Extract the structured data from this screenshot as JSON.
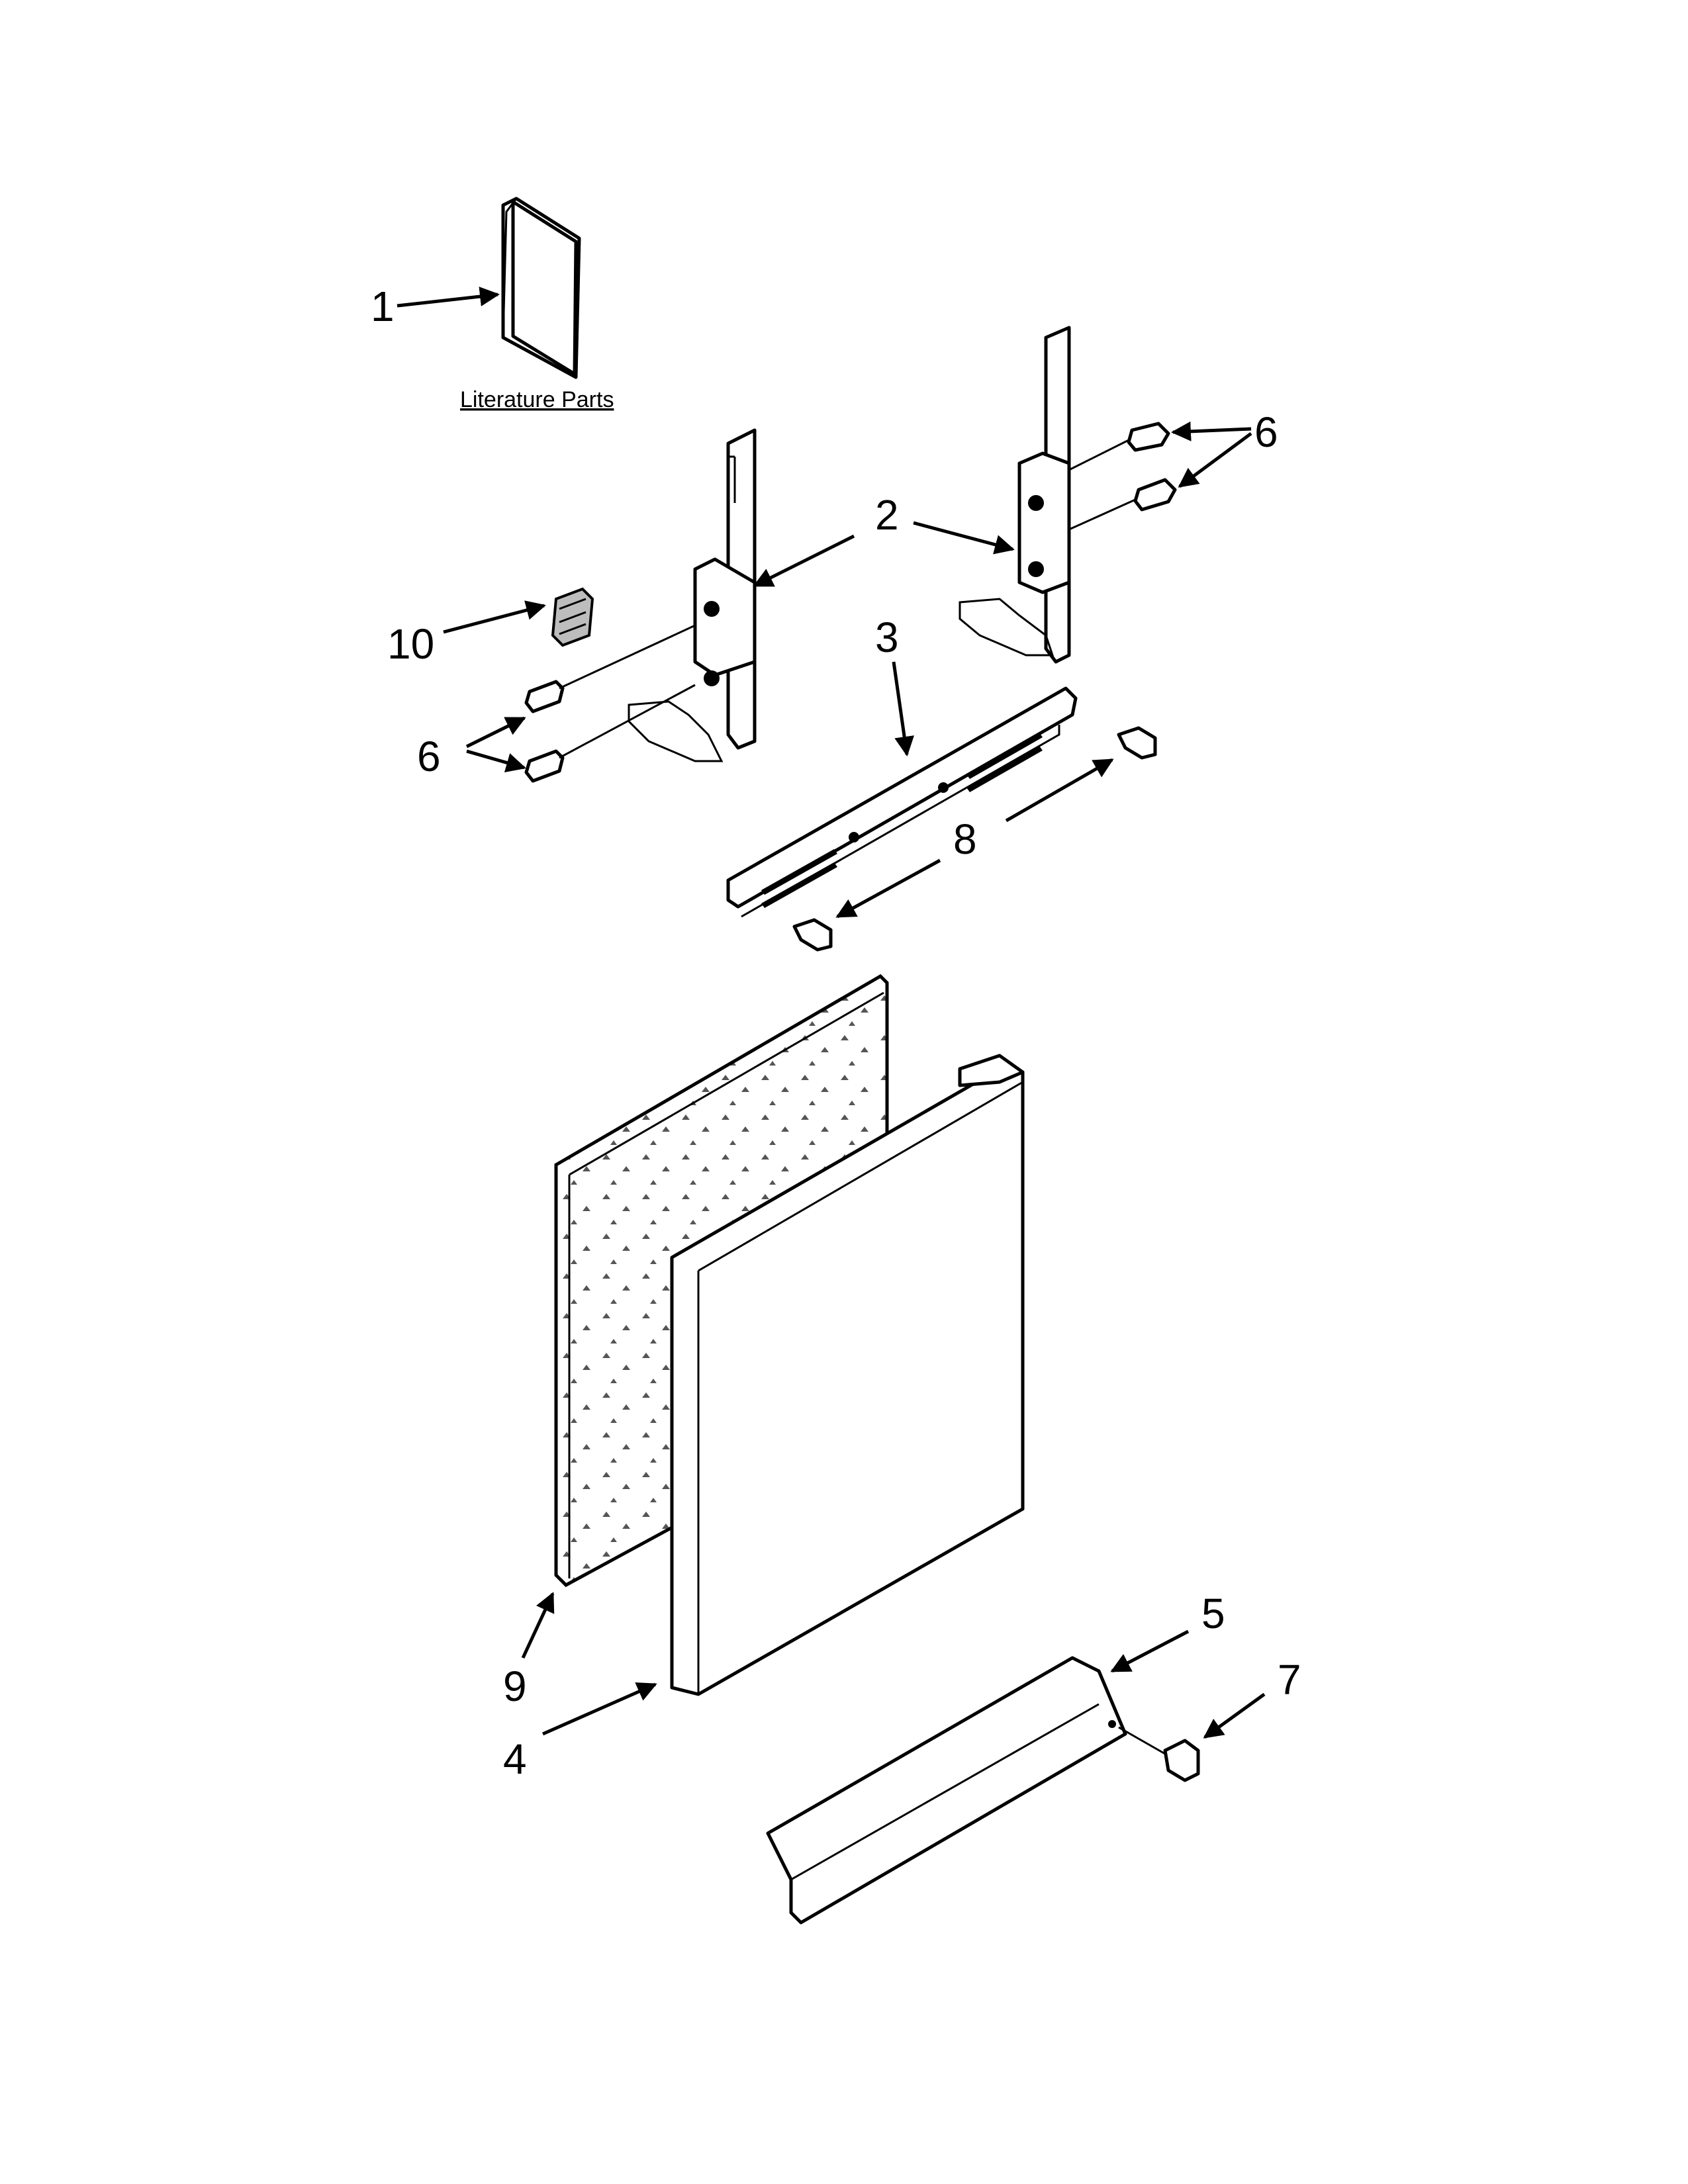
{
  "literature_label": "Literature Parts",
  "callouts": {
    "c1": "1",
    "c2": "2",
    "c3": "3",
    "c4": "4",
    "c5": "5",
    "c6a": "6",
    "c6b": "6",
    "c7": "7",
    "c8": "8",
    "c9": "9",
    "c10": "10"
  }
}
